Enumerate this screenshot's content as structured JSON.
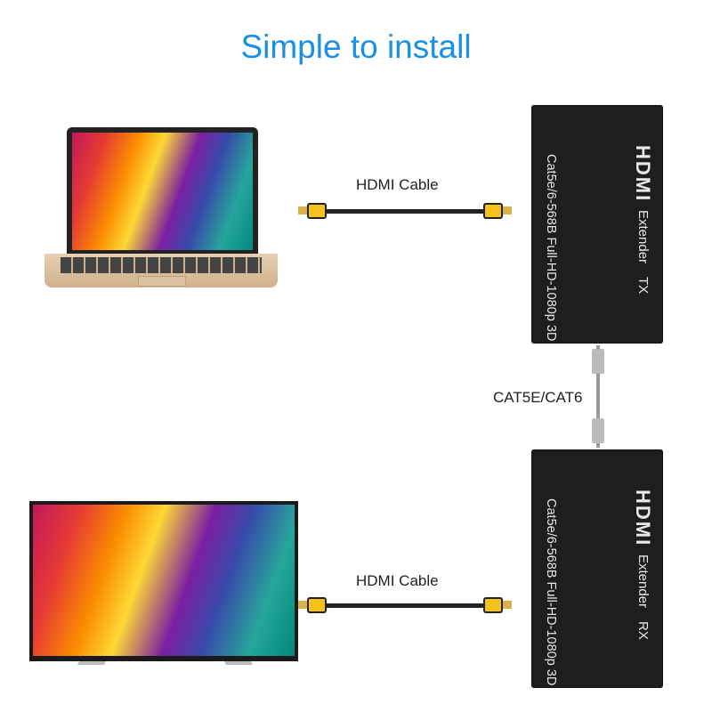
{
  "title": "Simple to install",
  "cable_top_label": "HDMI Cable",
  "cable_bottom_label": "HDMI Cable",
  "network_label": "CAT5E/CAT6",
  "tx": {
    "brand": "HDMI",
    "product": "Extender",
    "type": "TX",
    "spec": "Cat5e/6-568B Full-HD-1080p 3D"
  },
  "rx": {
    "brand": "HDMI",
    "product": "Extender",
    "type": "RX",
    "spec": "Cat5e/6-568B Full-HD-1080p 3D"
  },
  "colors": {
    "title": "#1b8fe3",
    "device": "#1e1e1e",
    "plug": "#f4c21a"
  }
}
